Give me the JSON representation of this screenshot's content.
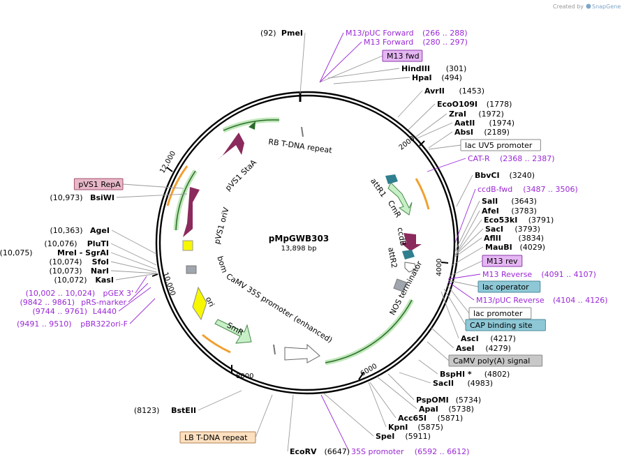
{
  "credit": {
    "prefix": "Created by",
    "brand": "SnapGene"
  },
  "plasmid": {
    "name": "pMpGWB303",
    "size": "13,898 bp"
  },
  "ticks": [
    "2000",
    "4000",
    "6000",
    "8000",
    "10,000",
    "12,000"
  ],
  "right_labels": [
    {
      "name": "M13/pUC Forward",
      "pos": "(266 .. 288)",
      "kind": "primer"
    },
    {
      "name": "M13 Forward",
      "pos": "(280 .. 297)",
      "kind": "primer"
    },
    {
      "name": "M13 fwd",
      "pos": "",
      "kind": "box",
      "color": "#e5b6f3",
      "border": "#8a3aa8"
    },
    {
      "name": "HindIII",
      "pos": "(301)",
      "kind": "enzyme"
    },
    {
      "name": "HpaI",
      "pos": "(494)",
      "kind": "enzyme"
    },
    {
      "name": "AvrII",
      "pos": "(1453)",
      "kind": "enzyme"
    },
    {
      "name": "EcoO109I",
      "pos": "(1778)",
      "kind": "enzyme"
    },
    {
      "name": "ZraI",
      "pos": "(1972)",
      "kind": "enzyme"
    },
    {
      "name": "AatII",
      "pos": "(1974)",
      "kind": "enzyme"
    },
    {
      "name": "AbsI",
      "pos": "(2189)",
      "kind": "enzyme"
    },
    {
      "name": "lac UV5 promoter",
      "pos": "",
      "kind": "box",
      "color": "#ffffff",
      "border": "#888888"
    },
    {
      "name": "CAT-R",
      "pos": "(2368 .. 2387)",
      "kind": "primer"
    },
    {
      "name": "BbvCI",
      "pos": "(3240)",
      "kind": "enzyme"
    },
    {
      "name": "ccdB-fwd",
      "pos": "(3487 .. 3506)",
      "kind": "primer"
    },
    {
      "name": "SalI",
      "pos": "(3643)",
      "kind": "enzyme"
    },
    {
      "name": "AfeI",
      "pos": "(3783)",
      "kind": "enzyme"
    },
    {
      "name": "Eco53kI",
      "pos": "(3791)",
      "kind": "enzyme"
    },
    {
      "name": "SacI",
      "pos": "(3793)",
      "kind": "enzyme"
    },
    {
      "name": "AflII",
      "pos": "(3834)",
      "kind": "enzyme"
    },
    {
      "name": "MauBI",
      "pos": "(4029)",
      "kind": "enzyme"
    },
    {
      "name": "M13 rev",
      "pos": "",
      "kind": "box",
      "color": "#e5b6f3",
      "border": "#8a3aa8"
    },
    {
      "name": "M13 Reverse",
      "pos": "(4091 .. 4107)",
      "kind": "primer"
    },
    {
      "name": "lac operator",
      "pos": "",
      "kind": "box",
      "color": "#8ec8d6",
      "border": "#4a8a9a"
    },
    {
      "name": "M13/pUC Reverse",
      "pos": "(4104 .. 4126)",
      "kind": "primer"
    },
    {
      "name": "lac promoter",
      "pos": "",
      "kind": "box",
      "color": "#ffffff",
      "border": "#888888"
    },
    {
      "name": "CAP binding site",
      "pos": "",
      "kind": "box",
      "color": "#8ec8d6",
      "border": "#4a8a9a"
    },
    {
      "name": "AscI",
      "pos": "(4217)",
      "kind": "enzyme"
    },
    {
      "name": "AseI",
      "pos": "(4279)",
      "kind": "enzyme"
    },
    {
      "name": "CaMV poly(A) signal",
      "pos": "",
      "kind": "box",
      "color": "#c8c8c8",
      "border": "#888888"
    },
    {
      "name": "BspHI *",
      "pos": "(4802)",
      "kind": "enzyme"
    },
    {
      "name": "SacII",
      "pos": "(4983)",
      "kind": "enzyme"
    },
    {
      "name": "PspOMI",
      "pos": "(5734)",
      "kind": "enzyme"
    },
    {
      "name": "ApaI",
      "pos": "(5738)",
      "kind": "enzyme"
    },
    {
      "name": "Acc65I",
      "pos": "(5871)",
      "kind": "enzyme"
    },
    {
      "name": "KpnI",
      "pos": "(5875)",
      "kind": "enzyme"
    },
    {
      "name": "SpeI",
      "pos": "(5911)",
      "kind": "enzyme"
    },
    {
      "name": "35S promoter",
      "pos": "(6592 .. 6612)",
      "kind": "primer"
    },
    {
      "name": "EcoRV",
      "pos": "(6647)",
      "kind": "enzyme"
    }
  ],
  "left_labels": [
    {
      "name": "PmeI",
      "pos": "(92)",
      "kind": "enzyme"
    },
    {
      "name": "pVS1 RepA",
      "pos": "",
      "kind": "box",
      "color": "#e8b8c8",
      "border": "#a05070"
    },
    {
      "name": "BsiWI",
      "pos": "(10,973)",
      "kind": "enzyme"
    },
    {
      "name": "AgeI",
      "pos": "(10,363)",
      "kind": "enzyme"
    },
    {
      "name": "PluTI",
      "pos": "(10,076)",
      "kind": "enzyme"
    },
    {
      "name": "MreI  -  SgrAI",
      "pos": "(10,075)",
      "kind": "enzyme"
    },
    {
      "name": "SfoI",
      "pos": "(10,074)",
      "kind": "enzyme"
    },
    {
      "name": "NarI",
      "pos": "(10,073)",
      "kind": "enzyme"
    },
    {
      "name": "KasI",
      "pos": "(10,072)",
      "kind": "enzyme"
    },
    {
      "name": "pGEX 3'",
      "pos": "(10,002 .. 10,024)",
      "kind": "primer"
    },
    {
      "name": "pRS-marker",
      "pos": "(9842 .. 9861)",
      "kind": "primer"
    },
    {
      "name": "L4440",
      "pos": "(9744 .. 9761)",
      "kind": "primer"
    },
    {
      "name": "pBR322ori-F",
      "pos": "(9491 .. 9510)",
      "kind": "primer"
    },
    {
      "name": "BstEII",
      "pos": "(8123)",
      "kind": "enzyme"
    },
    {
      "name": "LB T-DNA repeat",
      "pos": "",
      "kind": "box",
      "color": "#fde0c0",
      "border": "#b08050"
    }
  ],
  "inner_labels": [
    "RB T-DNA repeat",
    "pVS1 StaA",
    "pVS1 oriV",
    "attR1",
    "CmR",
    "ccdB",
    "attR2",
    "NOS terminator",
    "bom",
    "CaMV 35S promoter (enhanced)",
    "ori",
    "SmR"
  ],
  "colors": {
    "primer": "#9a28d6",
    "backbone": "#000000",
    "cds_green": "#bfe8b8",
    "cds_maroon": "#8b2a5c",
    "orange": "#f0a030",
    "yellow": "#f7f700"
  }
}
